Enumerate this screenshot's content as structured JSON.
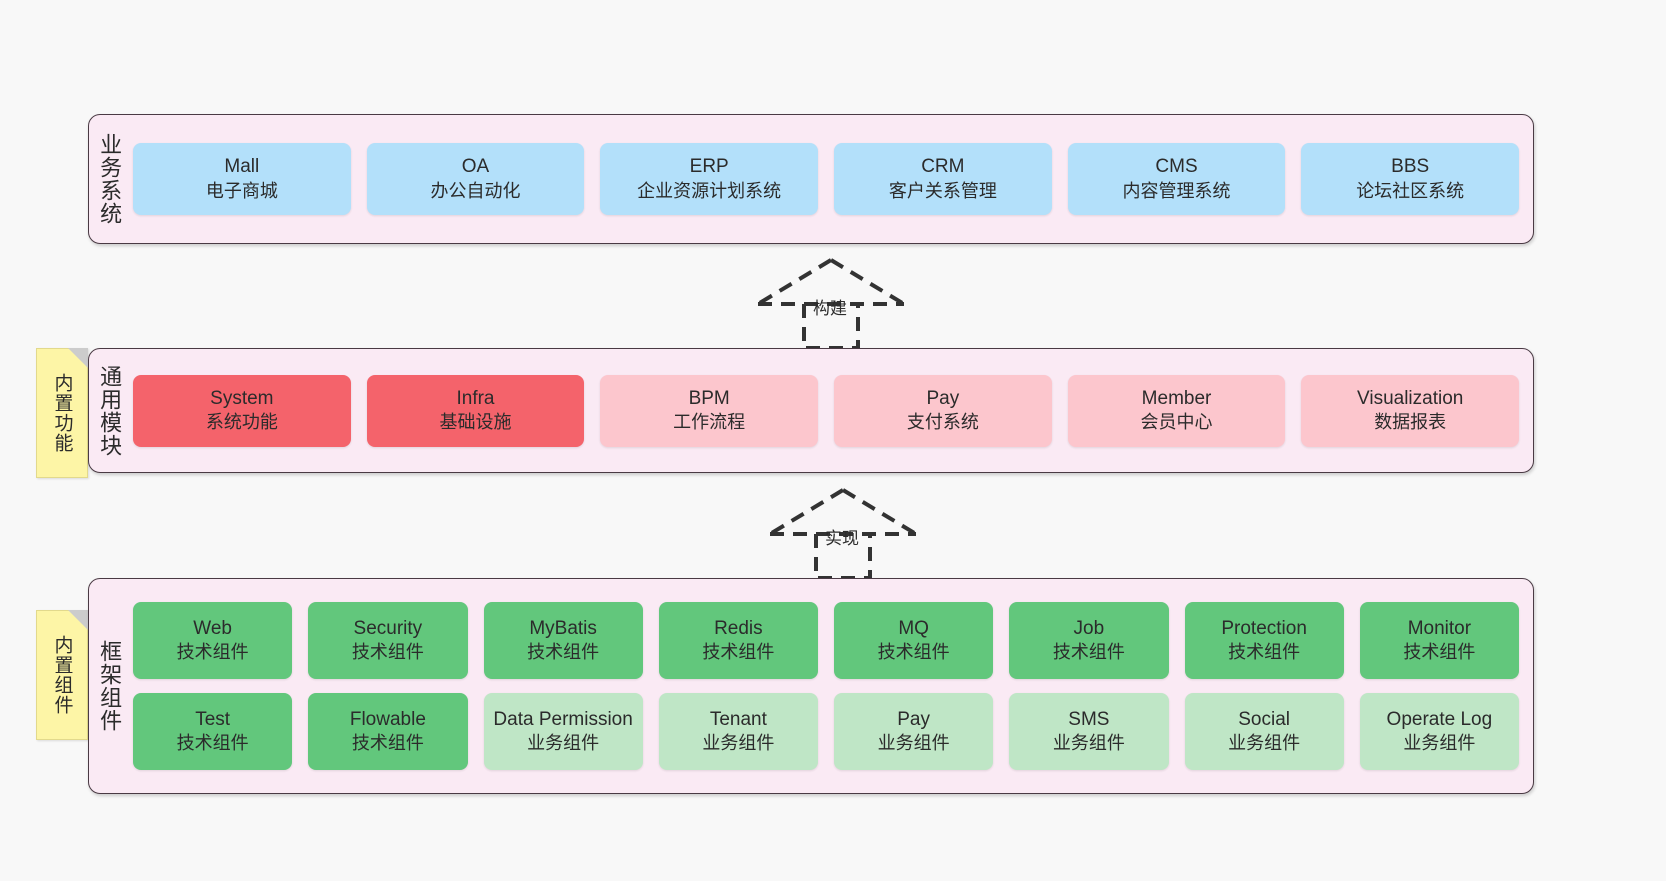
{
  "diagram": {
    "background": "#f8f8f8",
    "layers": [
      {
        "id": "business",
        "title": "业务系统",
        "color": "#b3e0fa",
        "rows": [
          [
            {
              "name": "Mall",
              "desc": "电子商城"
            },
            {
              "name": "OA",
              "desc": "办公自动化"
            },
            {
              "name": "ERP",
              "desc": "企业资源计划系统"
            },
            {
              "name": "CRM",
              "desc": "客户关系管理"
            },
            {
              "name": "CMS",
              "desc": "内容管理系统"
            },
            {
              "name": "BBS",
              "desc": "论坛社区系统"
            }
          ]
        ]
      },
      {
        "id": "common",
        "title": "通用模块",
        "note": "内置功能",
        "rows": [
          [
            {
              "name": "System",
              "desc": "系统功能",
              "style": "c-red"
            },
            {
              "name": "Infra",
              "desc": "基础设施",
              "style": "c-red"
            },
            {
              "name": "BPM",
              "desc": "工作流程",
              "style": "c-pink"
            },
            {
              "name": "Pay",
              "desc": "支付系统",
              "style": "c-pink"
            },
            {
              "name": "Member",
              "desc": "会员中心",
              "style": "c-pink"
            },
            {
              "name": "Visualization",
              "desc": "数据报表",
              "style": "c-pink"
            }
          ]
        ]
      },
      {
        "id": "framework",
        "title": "框架组件",
        "note": "内置组件",
        "rows": [
          [
            {
              "name": "Web",
              "desc": "技术组件",
              "style": "c-green"
            },
            {
              "name": "Security",
              "desc": "技术组件",
              "style": "c-green"
            },
            {
              "name": "MyBatis",
              "desc": "技术组件",
              "style": "c-green"
            },
            {
              "name": "Redis",
              "desc": "技术组件",
              "style": "c-green"
            },
            {
              "name": "MQ",
              "desc": "技术组件",
              "style": "c-green"
            },
            {
              "name": "Job",
              "desc": "技术组件",
              "style": "c-green"
            },
            {
              "name": "Protection",
              "desc": "技术组件",
              "style": "c-green"
            },
            {
              "name": "Monitor",
              "desc": "技术组件",
              "style": "c-green"
            }
          ],
          [
            {
              "name": "Test",
              "desc": "技术组件",
              "style": "c-green"
            },
            {
              "name": "Flowable",
              "desc": "技术组件",
              "style": "c-green"
            },
            {
              "name": "Data Permission",
              "desc": "业务组件",
              "style": "c-lightgreen"
            },
            {
              "name": "Tenant",
              "desc": "业务组件",
              "style": "c-lightgreen"
            },
            {
              "name": "Pay",
              "desc": "业务组件",
              "style": "c-lightgreen"
            },
            {
              "name": "SMS",
              "desc": "业务组件",
              "style": "c-lightgreen"
            },
            {
              "name": "Social",
              "desc": "业务组件",
              "style": "c-lightgreen"
            },
            {
              "name": "Operate Log",
              "desc": "业务组件",
              "style": "c-lightgreen"
            }
          ]
        ]
      }
    ],
    "arrows": [
      {
        "id": "build",
        "label": "构建"
      },
      {
        "id": "impl",
        "label": "实现"
      }
    ]
  }
}
